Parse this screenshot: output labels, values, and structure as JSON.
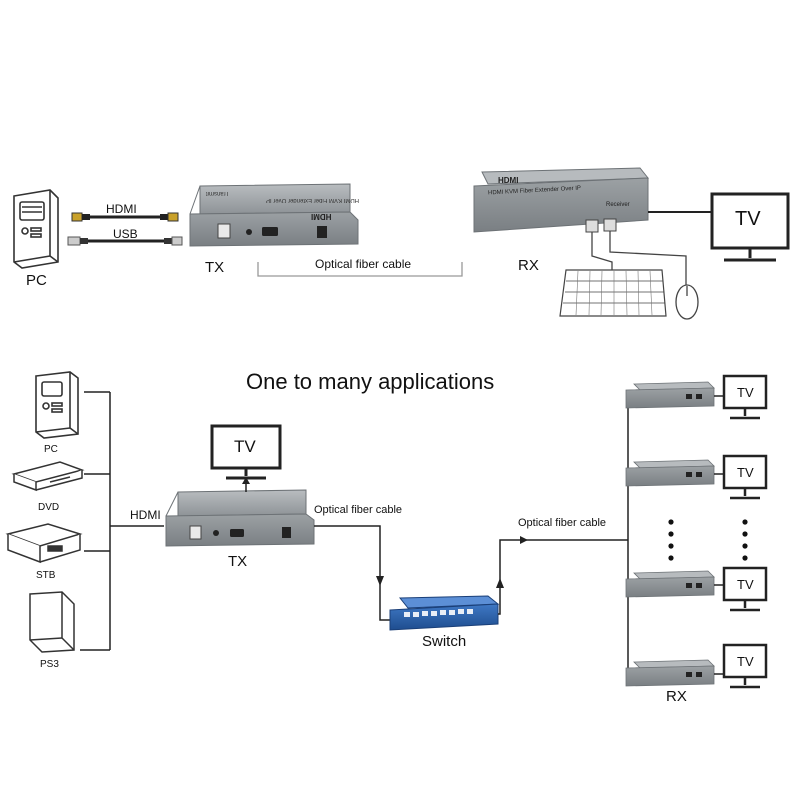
{
  "top": {
    "pc_label": "PC",
    "hdmi_label": "HDMI",
    "usb_label": "USB",
    "tx_label": "TX",
    "fiber_label": "Optical fiber cable",
    "rx_label": "RX",
    "tv_label": "TV",
    "tx_device_text": "HDMI KVM Fiber Extender Over IP",
    "tx_device_sub": "Transmit",
    "rx_device_text": "HDMI KVM Fiber Extender Over IP",
    "rx_device_sub": "Receiver",
    "hdmi_logo": "HDMI"
  },
  "bottom": {
    "title": "One to many applications",
    "sources": [
      "PC",
      "DVD",
      "STB",
      "PS3"
    ],
    "hdmi_label": "HDMI",
    "tv_label": "TV",
    "tx_label": "TX",
    "fiber_label_left": "Optical fiber cable",
    "fiber_label_right": "Optical fiber cable",
    "switch_label": "Switch",
    "rx_label": "RX",
    "rx_tv_labels": [
      "TV",
      "TV",
      "TV",
      "TV"
    ]
  },
  "colors": {
    "device_gray": "#9ea3a6",
    "device_dark": "#7d8286",
    "switch_blue": "#2b5fa8",
    "line": "#222222"
  }
}
